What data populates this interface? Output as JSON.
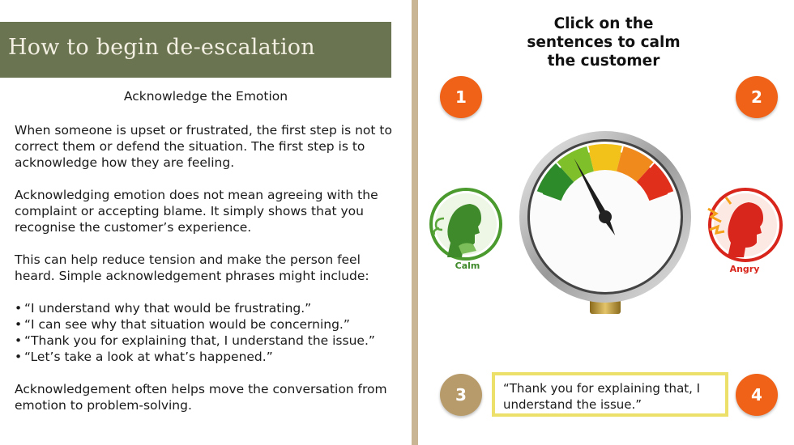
{
  "left": {
    "title": "How to begin de-escalation",
    "subheading": "Acknowledge the Emotion",
    "paragraph1": "When someone is upset or frustrated, the first step is not to correct them or defend the situation. The first step is to acknowledge how they are feeling.",
    "paragraph2": "Acknowledging emotion does not mean agreeing with the complaint or accepting blame. It simply shows that you recognise the customer’s experience.",
    "paragraph3": "This can help reduce tension and make the person feel heard. Simple acknowledgement phrases might include:",
    "bullets": [
      "“I understand why that would be frustrating.”",
      "“I can see why that situation would be concerning.”",
      "“Thank you for explaining that, I understand the issue.”",
      "“Let’s take a look at what’s happened.”"
    ],
    "bullet_symbol": "•",
    "paragraph4": "Acknowledgement often helps move the conversation from emotion to problem-solving."
  },
  "right": {
    "instruction": "Click on the sentences to calm the customer",
    "markers": [
      "1",
      "2",
      "3",
      "4"
    ],
    "calm_label": "Calm",
    "angry_label": "Angry",
    "sentence": "“Thank you for explaining that, I understand the issue.”",
    "gauge": {
      "needle_level": 0.3
    }
  },
  "colors": {
    "title_bg": "#6a7450",
    "divider": "#c9b493",
    "marker_orange": "#f06218",
    "marker_tan": "#b89b6a",
    "sentence_border": "#ece06a",
    "calm_green": "#3f8a2a",
    "angry_red": "#d9261c"
  }
}
